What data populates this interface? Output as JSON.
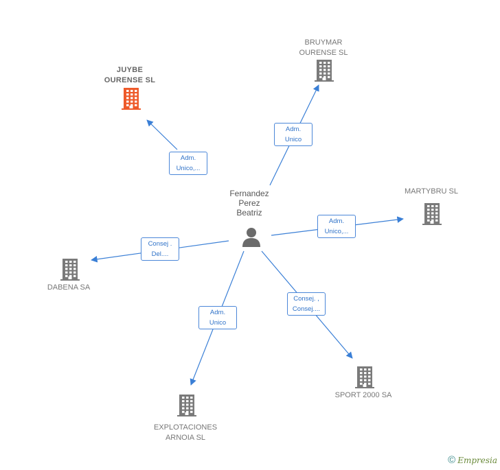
{
  "center": {
    "name": "Fernandez\nPerez\nBeatriz"
  },
  "companies": [
    {
      "id": "juybe",
      "name": "JUYBE\nOURENSE  SL",
      "highlight": true
    },
    {
      "id": "bruymar",
      "name": "BRUYMAR\nOURENSE  SL",
      "highlight": false
    },
    {
      "id": "martybru",
      "name": "MARTYBRU  SL",
      "highlight": false
    },
    {
      "id": "dabena",
      "name": "DABENA SA",
      "highlight": false
    },
    {
      "id": "explotaciones",
      "name": "EXPLOTACIONES\nARNOIA  SL",
      "highlight": false
    },
    {
      "id": "sport2000",
      "name": "SPORT 2000 SA",
      "highlight": false
    }
  ],
  "relations": [
    {
      "to": "juybe",
      "label": "Adm.\nUnico,..."
    },
    {
      "to": "bruymar",
      "label": "Adm.\nUnico"
    },
    {
      "to": "martybru",
      "label": "Adm.\nUnico,..."
    },
    {
      "to": "dabena",
      "label": "Consej .\nDel...."
    },
    {
      "to": "explotaciones",
      "label": "Adm.\nUnico"
    },
    {
      "to": "sport2000",
      "label": "Consej. ,\nConsej...."
    }
  ],
  "colors": {
    "edge": "#3a7fd6",
    "building": "#7a7a7a",
    "building_highlight": "#ee5a2a",
    "person": "#6b6b6b"
  },
  "icons": {
    "company": "building-icon",
    "person": "person-icon"
  },
  "watermark": {
    "copyright": "©",
    "brand": "Empresia"
  }
}
